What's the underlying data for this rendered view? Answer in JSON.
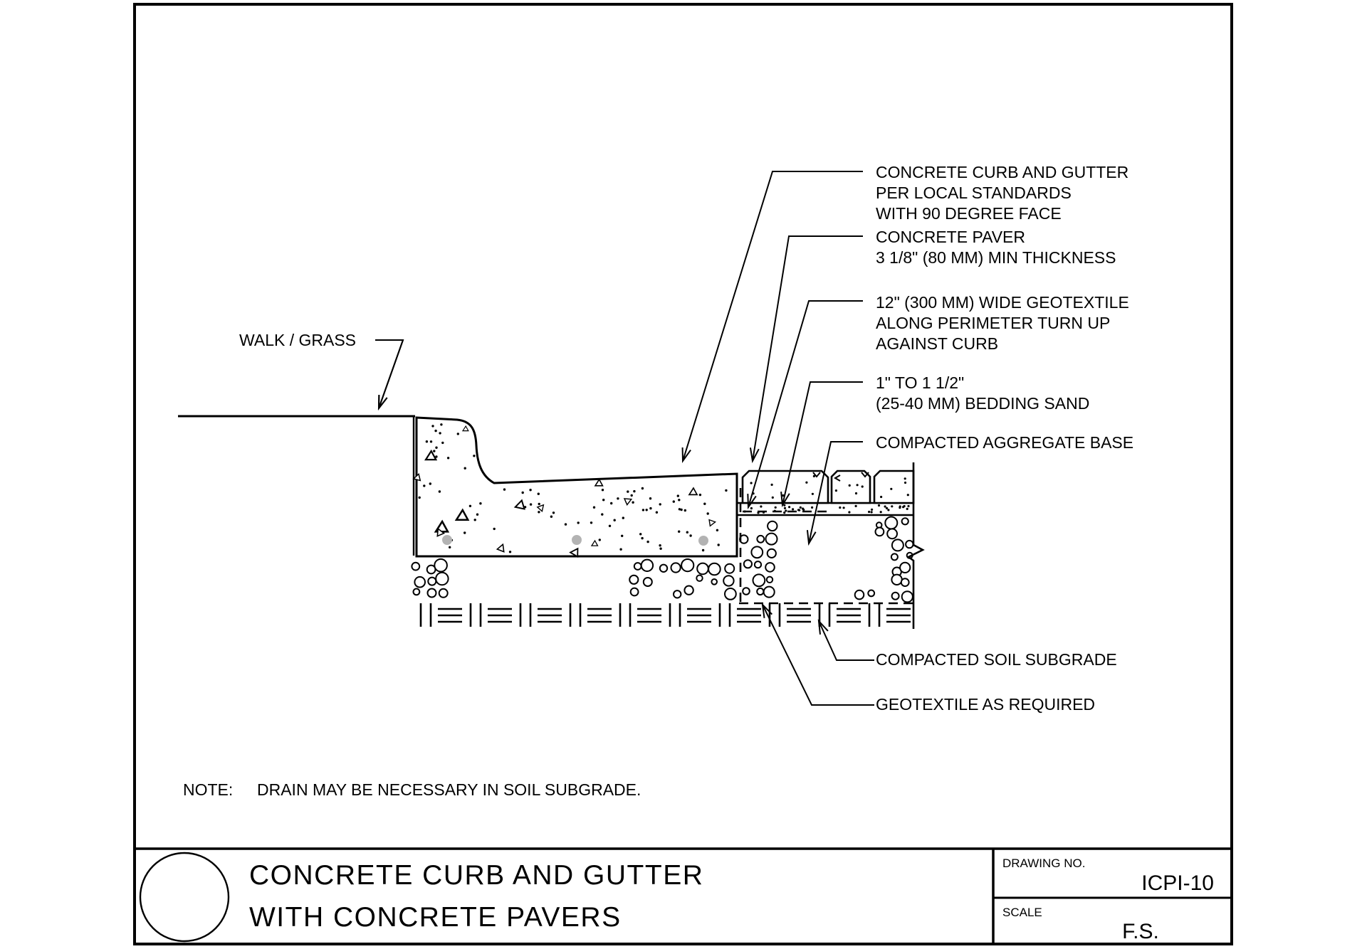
{
  "colors": {
    "line": "#000000",
    "paper": "#ffffff",
    "rebar_dot": "#b3b3b3"
  },
  "labels": {
    "walk_grass": "WALK / GRASS",
    "note_label": "NOTE:",
    "note_text": "DRAIN MAY BE NECESSARY IN SOIL SUBGRADE."
  },
  "callouts": {
    "curb_gutter": {
      "lines": [
        "CONCRETE CURB AND GUTTER",
        "PER LOCAL STANDARDS",
        "WITH 90 DEGREE FACE"
      ]
    },
    "paver": {
      "lines": [
        "CONCRETE PAVER",
        "3 1/8\" (80 MM) MIN THICKNESS"
      ]
    },
    "geotextile_turnup": {
      "lines": [
        "12\" (300 MM) WIDE GEOTEXTILE",
        "ALONG PERIMETER TURN UP",
        "AGAINST CURB"
      ]
    },
    "bedding_sand": {
      "lines": [
        "1\" TO 1 1/2\"",
        "(25-40 MM) BEDDING SAND"
      ]
    },
    "aggregate_base": {
      "lines": [
        "COMPACTED AGGREGATE BASE"
      ]
    },
    "soil_subgrade": {
      "lines": [
        "COMPACTED SOIL SUBGRADE"
      ]
    },
    "geotextile_required": {
      "lines": [
        "GEOTEXTILE AS REQUIRED"
      ]
    }
  },
  "title_block": {
    "title_line1": "CONCRETE CURB AND GUTTER",
    "title_line2": "WITH CONCRETE PAVERS",
    "drawing_no_label": "DRAWING NO.",
    "drawing_no_value": "ICPI-10",
    "scale_label": "SCALE",
    "scale_value": "F.S."
  }
}
